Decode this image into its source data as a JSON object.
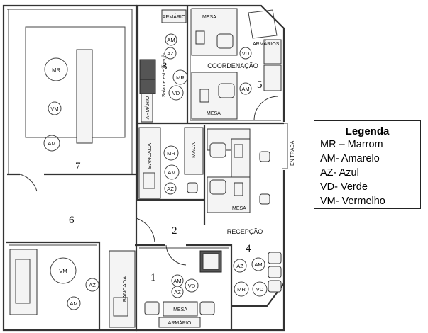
{
  "rooms": [
    {
      "number": "7"
    },
    {
      "number": "6"
    },
    {
      "number": "5"
    },
    {
      "number": "3"
    },
    {
      "number": "2"
    },
    {
      "number": "4"
    },
    {
      "number": "1"
    }
  ],
  "labels": {
    "armario_top": "ARMÁRIO",
    "mesa_top": "MESA",
    "armarios_coord": "ARMÁRIOS",
    "coordenacao": "COORDENAÇÃO",
    "sala_esterilizacao": "Sala de esterilização",
    "armario_side": "ARMÁRIO",
    "mesa_coord_bottom": "MESA",
    "bancada_mid": "BANCADA",
    "maca": "MACA",
    "mesa_recepcao": "MESA",
    "recepcao": "RECEPÇÃO",
    "entrada": "EN TRADA",
    "bancada_low": "BANCADA",
    "mesa_room1": "MESA",
    "armario_bottom": "ARMÁRIO"
  },
  "markers": {
    "room7": [
      "MR",
      "VM",
      "AM"
    ],
    "room6": [
      "VM",
      "AZ",
      "AM"
    ],
    "room3": [
      "AM",
      "AZ",
      "MR",
      "VD"
    ],
    "room5": [
      "VD",
      "AM"
    ],
    "bancada_mid": [
      "MR",
      "AM",
      "AZ"
    ],
    "room4": [
      "AZ",
      "AM",
      "MR",
      "VD"
    ],
    "room1": [
      "AM",
      "VD",
      "AZ"
    ]
  },
  "legend": {
    "title": "Legenda",
    "items": [
      "MR – Marrom",
      "AM- Amarelo",
      "AZ- Azul",
      "VD- Verde",
      "VM- Vermelho"
    ]
  }
}
